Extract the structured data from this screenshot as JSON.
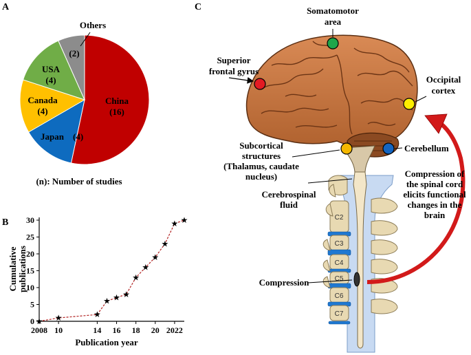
{
  "panels": {
    "a": "A",
    "b": "B",
    "c": "C"
  },
  "pie": {
    "caption": "(n): Number of studies",
    "slices": [
      {
        "name": "China",
        "count": "(16)",
        "value": 16,
        "color": "#c00000"
      },
      {
        "name": "Japan",
        "count": "(4)",
        "value": 4,
        "color": "#0e6bbf"
      },
      {
        "name": "Canada",
        "count": "(4)",
        "value": 4,
        "color": "#ffc000"
      },
      {
        "name": "USA",
        "count": "(4)",
        "value": 4,
        "color": "#70ad47"
      },
      {
        "name": "Others",
        "count": "(2)",
        "value": 2,
        "color": "#8c8c8c"
      }
    ]
  },
  "line": {
    "ylabel_1": "Cumulative",
    "ylabel_2": "publications",
    "xlabel": "Publication year",
    "y_ticks": [
      "0",
      "5",
      "10",
      "15",
      "20",
      "25",
      "30"
    ],
    "x_ticks": [
      "2008",
      "10",
      "14",
      "16",
      "18",
      "20",
      "2022"
    ],
    "color": "#b22222"
  },
  "chart_data": [
    {
      "type": "pie",
      "categories": [
        "China",
        "Japan",
        "Canada",
        "USA",
        "Others"
      ],
      "values": [
        16,
        4,
        4,
        4,
        2
      ],
      "caption": "(n): Number of studies"
    },
    {
      "type": "line",
      "xlabel": "Publication year",
      "ylabel": "Cumulative publications",
      "x": [
        2008,
        2010,
        2014,
        2015,
        2016,
        2017,
        2018,
        2019,
        2020,
        2021,
        2022,
        2023
      ],
      "y": [
        0,
        1,
        2,
        6,
        7,
        8,
        13,
        16,
        19,
        23,
        29,
        30
      ],
      "ylim": [
        0,
        30
      ],
      "xlim": [
        2008,
        2023
      ]
    }
  ],
  "brain": {
    "somatomotor_1": "Somatomotor",
    "somatomotor_2": "area",
    "superior_1": "Superior",
    "superior_2": "frontal gyrus",
    "occipital_1": "Occipital",
    "occipital_2": "cortex",
    "subcortical_1": "Subcortical",
    "subcortical_2": "structures",
    "subcortical_3": "(Thalamus, caudate",
    "subcortical_4": "nucleus)",
    "cerebellum": "Cerebellum",
    "csf_1": "Cerebrospinal",
    "csf_2": "fluid",
    "compression": "Compression",
    "effect_1": "Compression of",
    "effect_2": "the spinal cord",
    "effect_3": "elicits functional",
    "effect_4": "changes in the",
    "effect_5": "brain",
    "vertebrae": [
      "C2",
      "C3",
      "C4",
      "C5",
      "C6",
      "C7"
    ],
    "dot_colors": {
      "superior": "#e31b23",
      "somatomotor": "#1fa64a",
      "occipital": "#ffee00",
      "subcortical": "#f5b800",
      "cerebellum": "#1565c0"
    }
  }
}
